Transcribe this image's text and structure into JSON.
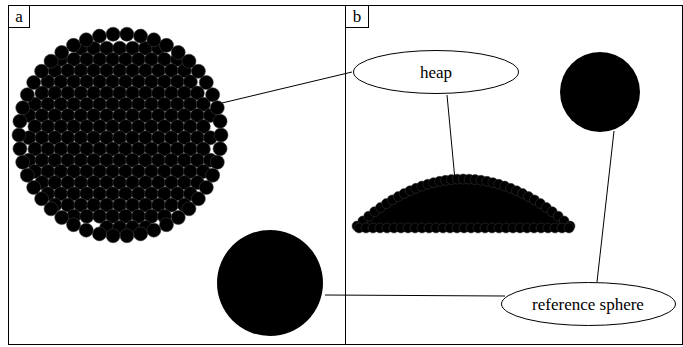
{
  "diagram": {
    "nodes": [
      {
        "text": [
          "a"
        ]
      },
      {
        "text": [
          "b"
        ]
      },
      {
        "text": [
          "heap"
        ]
      },
      {
        "text": [
          "reference sphere"
        ]
      }
    ]
  }
}
